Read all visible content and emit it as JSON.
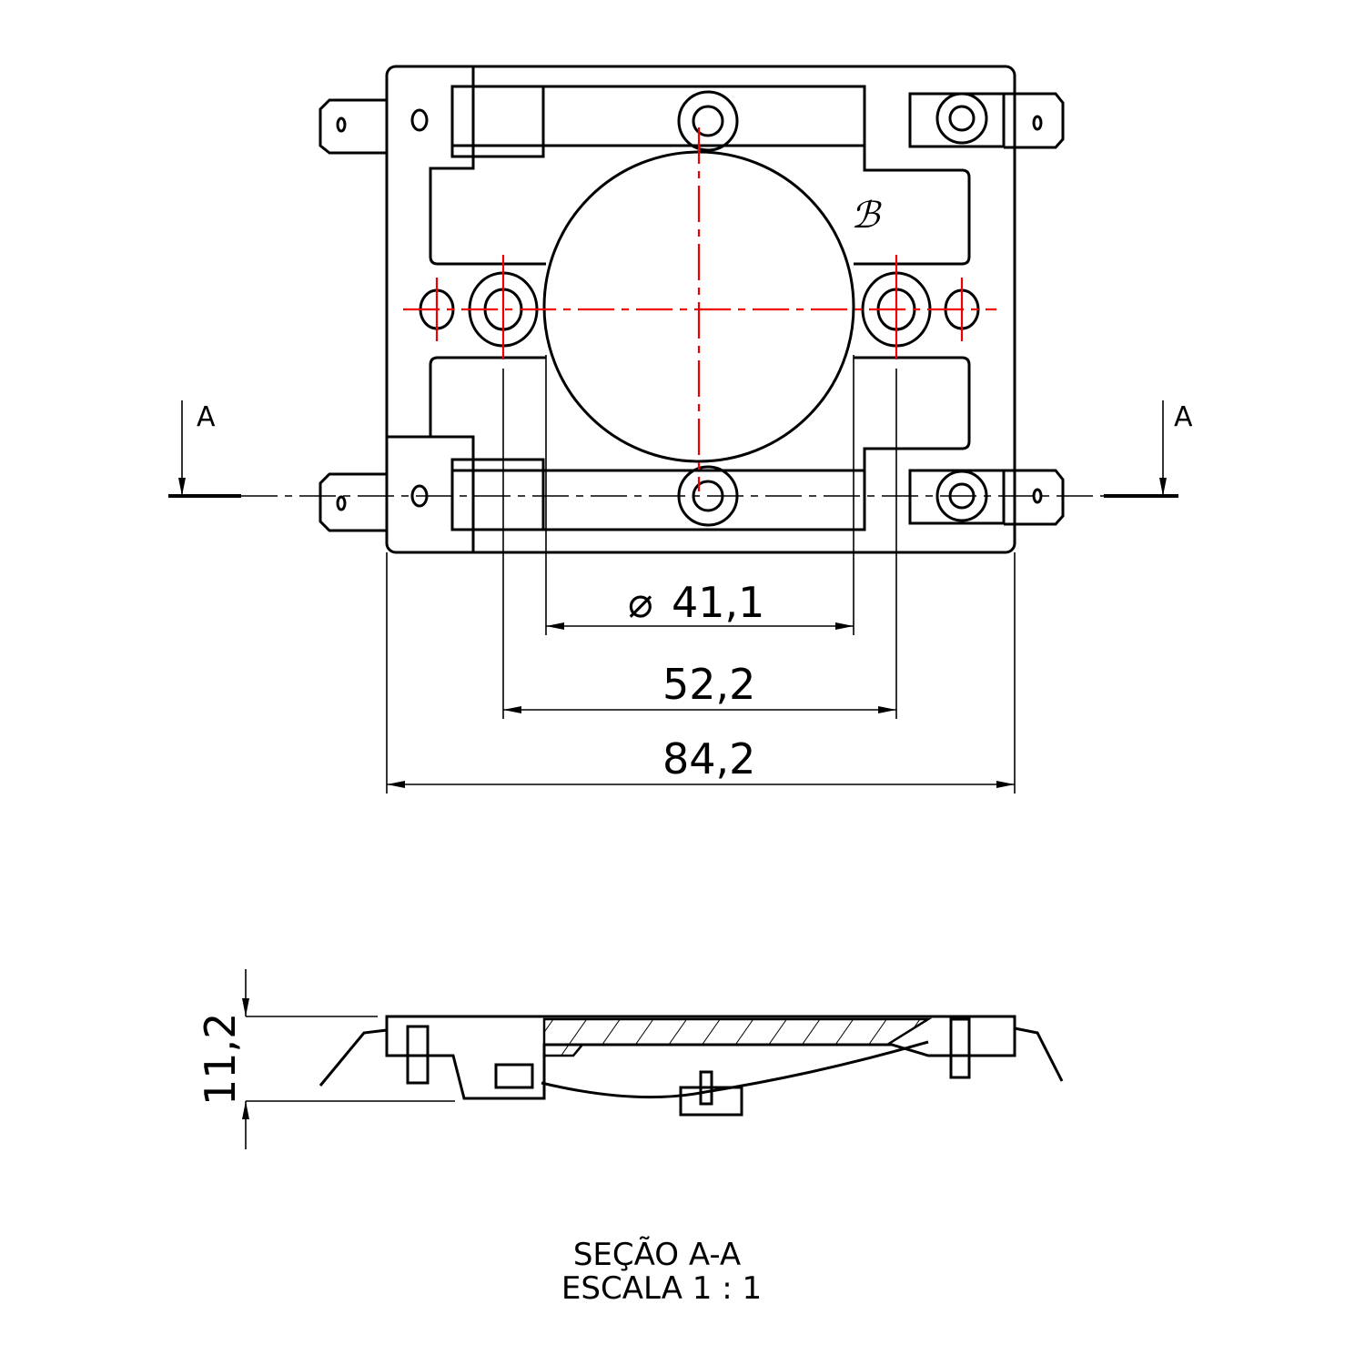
{
  "drawing": {
    "top_view": {
      "dimensions": {
        "diameter_symbol": "⌀",
        "diameter": "41,1",
        "hole_spacing": "52,2",
        "overall_width": "84,2"
      },
      "section_marker": {
        "left": "A",
        "right": "A"
      }
    },
    "section_view": {
      "height_dimension": "11,2",
      "caption_line1": "SEÇÃO A-A",
      "caption_line2": "ESCALA 1 : 1"
    },
    "colors": {
      "outline": "#000000",
      "centerline": "#e00000"
    }
  }
}
